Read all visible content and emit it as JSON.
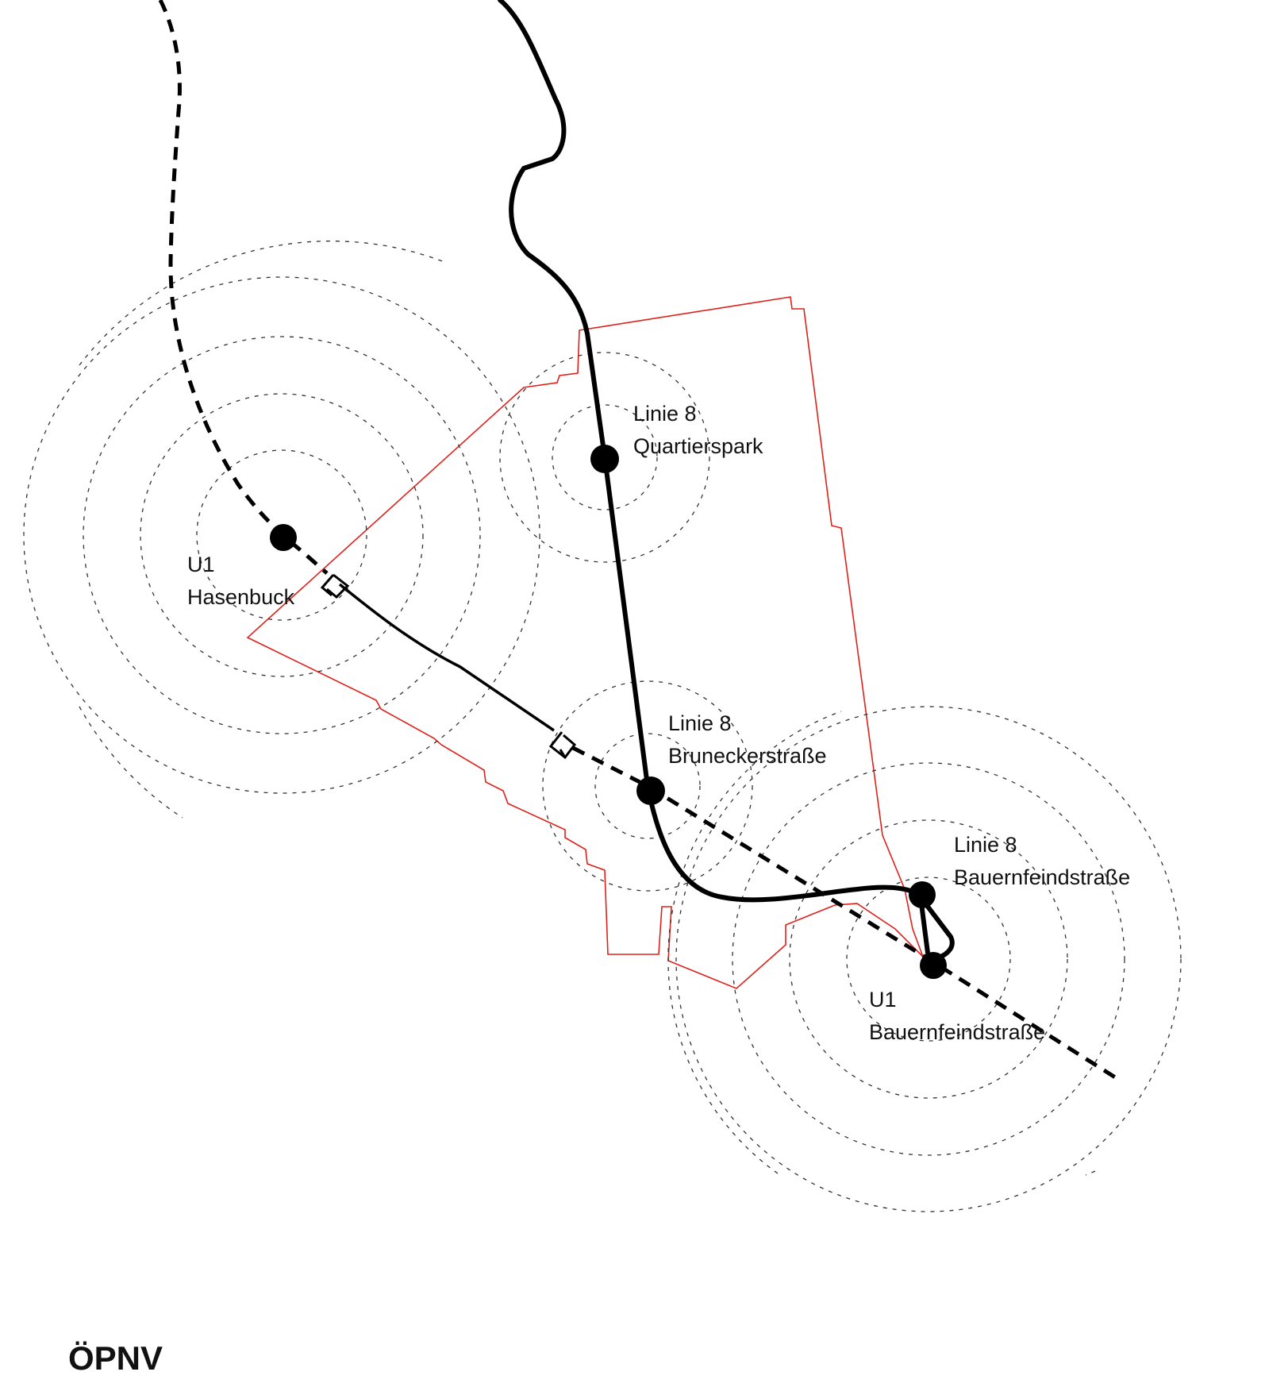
{
  "title": "ÖPNV",
  "colors": {
    "site_boundary": "#e0201b",
    "lines": "#000000",
    "catchment_rings": "#333333"
  },
  "stations": [
    {
      "id": "u1-hasenbuck",
      "line": "U1",
      "name": "Hasenbuck"
    },
    {
      "id": "l8-quartierspark",
      "line": "Linie 8",
      "name": "Quartierspark"
    },
    {
      "id": "l8-bruneckerstrasse",
      "line": "Linie 8",
      "name": "Bruneckerstraße"
    },
    {
      "id": "l8-bauernfeindstrasse",
      "line": "Linie 8",
      "name": "Bauernfeindstraße"
    },
    {
      "id": "u1-bauernfeindstrasse",
      "line": "U1",
      "name": "Bauernfeindstraße"
    }
  ]
}
